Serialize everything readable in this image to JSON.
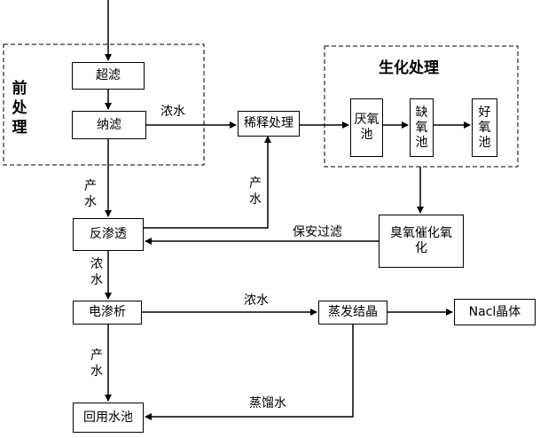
{
  "groups": {
    "pretreatment": "前处理",
    "biochem": "生化处理"
  },
  "nodes": {
    "ultrafiltration": "超滤",
    "nanofiltration": "纳滤",
    "dilution": "稀释处理",
    "anaerobic": "厌氧池",
    "anoxic": "缺氧池",
    "aerobic": "好氧池",
    "reverse_osmosis": "反渗透",
    "ozone_oxidation": "臭氧催化氧化",
    "electrodialysis": "电渗析",
    "evaporation": "蒸发结晶",
    "nacl": "Nacl晶体",
    "reuse_pool": "回用水池"
  },
  "edges": {
    "nf_concentrate": "浓水",
    "nf_product": "产水",
    "ro_product": "产水",
    "security_filter": "保安过滤",
    "ro_concentrate": "浓水",
    "ed_concentrate": "浓水",
    "ed_product": "产水",
    "distilled": "蒸馏水"
  }
}
